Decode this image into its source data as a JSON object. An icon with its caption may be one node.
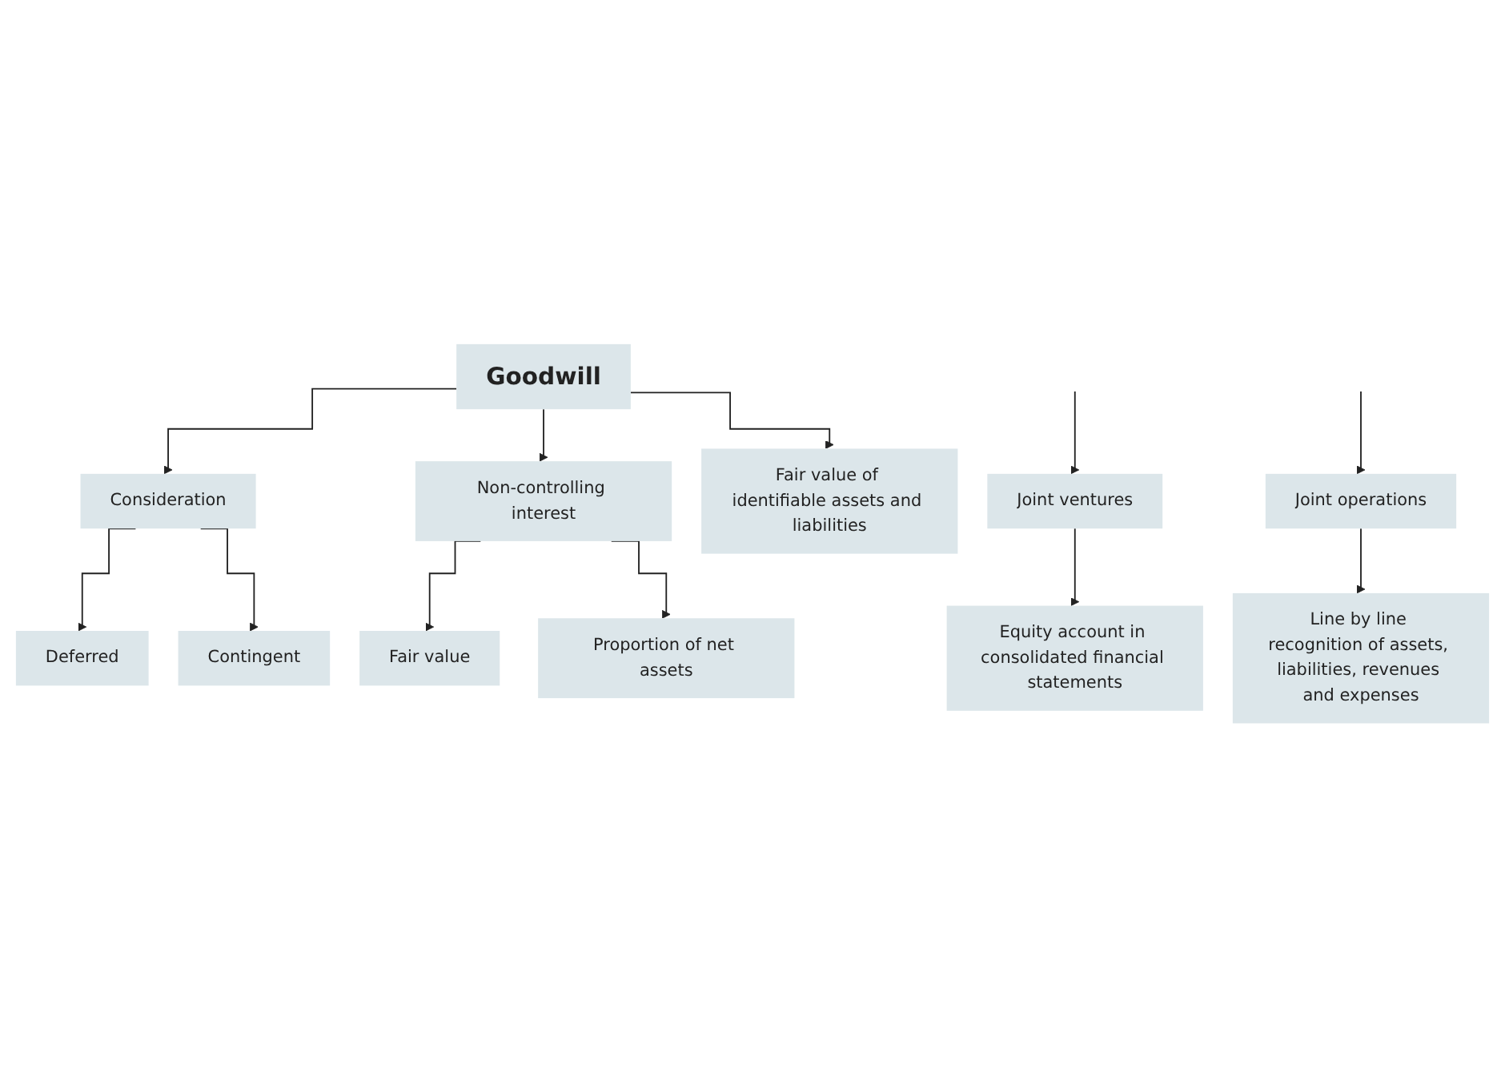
{
  "diagram": {
    "nodes": [
      {
        "text": [
          "Goodwill"
        ]
      },
      {
        "text": [
          "Consideration"
        ]
      },
      {
        "text": [
          "Non-controlling interest"
        ]
      },
      {
        "text": [
          "Fair value of identifiable assets and liabilities"
        ]
      },
      {
        "text": [
          "Deferred"
        ]
      },
      {
        "text": [
          "Contingent"
        ]
      },
      {
        "text": [
          "Fair value"
        ]
      },
      {
        "text": [
          "Proportion of net assets"
        ]
      },
      {
        "text": [
          "Joint ventures"
        ]
      },
      {
        "text": [
          "Joint operations"
        ]
      },
      {
        "text": [
          "Equity account in consolidated financial statements"
        ]
      },
      {
        "text": [
          "Line by line recognition of assets, liabilities, revenues and expenses"
        ]
      }
    ],
    "edges": [
      {
        "from": 0,
        "to": 1,
        "arrow": "to"
      },
      {
        "from": 0,
        "to": 2,
        "arrow": "to"
      },
      {
        "from": 0,
        "to": 3,
        "arrow": "to"
      },
      {
        "from": 1,
        "to": 4,
        "arrow": "to"
      },
      {
        "from": 1,
        "to": 5,
        "arrow": "to"
      },
      {
        "from": 2,
        "to": 6,
        "arrow": "to"
      },
      {
        "from": 2,
        "to": 7,
        "arrow": "to"
      },
      {
        "from": null,
        "to": 8,
        "arrow": "to"
      },
      {
        "from": null,
        "to": 9,
        "arrow": "to"
      },
      {
        "from": 8,
        "to": 10,
        "arrow": "to"
      },
      {
        "from": 9,
        "to": 11,
        "arrow": "to"
      }
    ]
  }
}
